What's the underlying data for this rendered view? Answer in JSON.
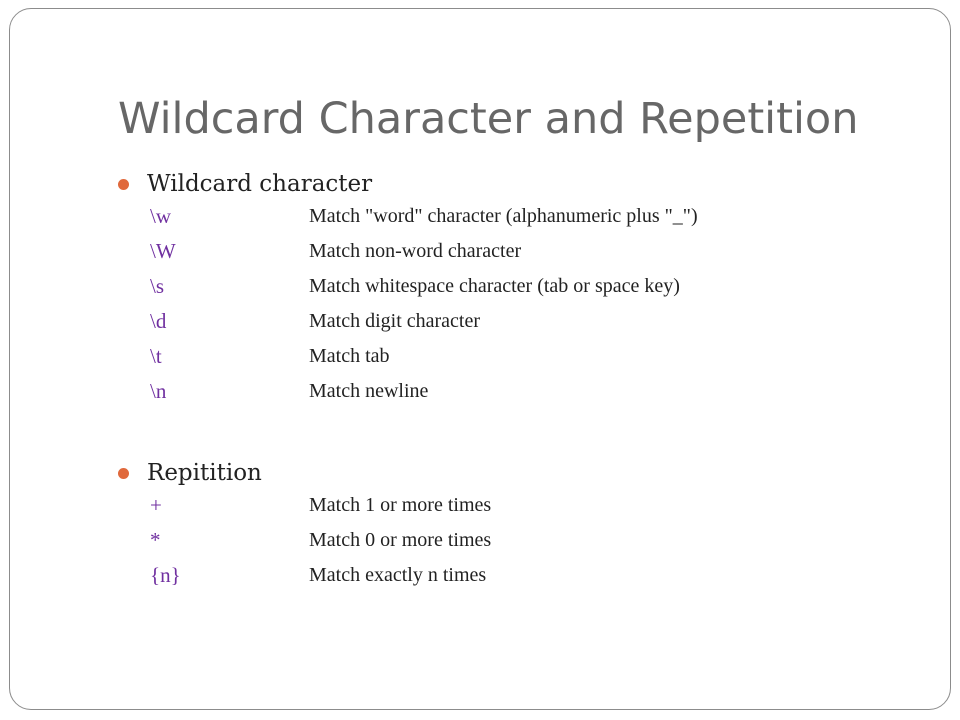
{
  "slide": {
    "title": "Wildcard Character and Repetition",
    "sections": [
      {
        "heading": "Wildcard character",
        "items": [
          {
            "code": "\\w",
            "description": "Match \"word\" character (alphanumeric plus \"_\")"
          },
          {
            "code": "\\W",
            "description": "Match non-word character"
          },
          {
            "code": "\\s",
            "description": "Match whitespace character (tab or space key)"
          },
          {
            "code": "\\d",
            "description": "Match digit character"
          },
          {
            "code": "\\t",
            "description": "Match tab"
          },
          {
            "code": "\\n",
            "description": "Match newline"
          }
        ]
      },
      {
        "heading": "Repitition",
        "items": [
          {
            "code": "+",
            "description": "Match 1 or more times"
          },
          {
            "code": "*",
            "description": "Match 0 or more times"
          },
          {
            "code": "{n}",
            "description": "Match exactly n times"
          }
        ]
      }
    ]
  },
  "colors": {
    "title": "#676767",
    "bullet": "#e0693c",
    "code": "#7030a0",
    "text": "#222222",
    "border": "#8c8c8c"
  }
}
